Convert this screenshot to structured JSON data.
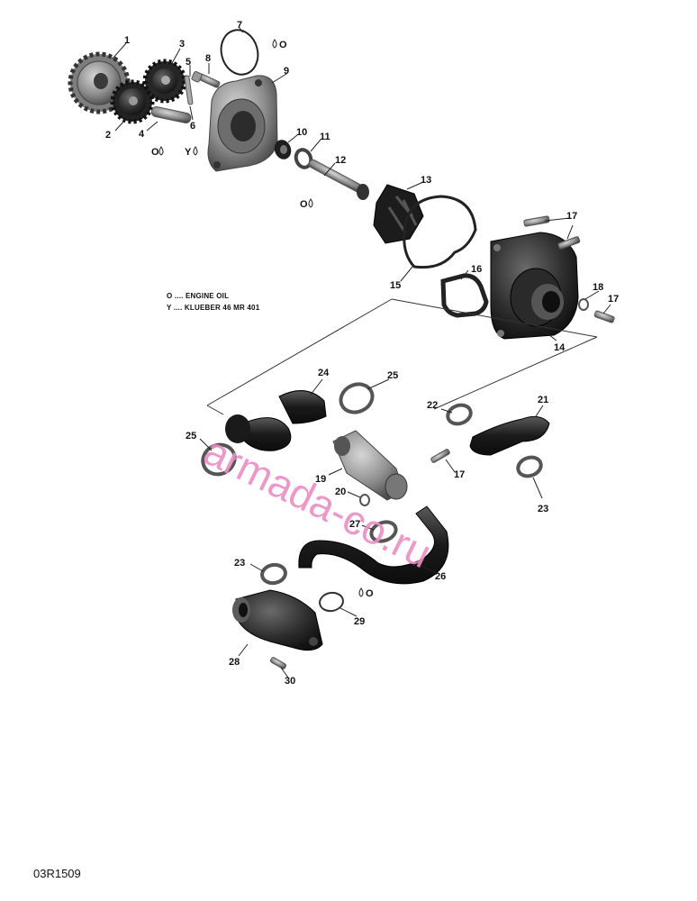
{
  "legend": [
    {
      "code": "O",
      "text": "O .... ENGINE OIL"
    },
    {
      "code": "Y",
      "text": "Y .... KLUEBER 46 MR 401"
    }
  ],
  "lube_symbol_oil": "O",
  "lube_symbol_klueber": "Y",
  "diagram_ref": "03R1509",
  "watermark": "armada-co.ru",
  "callouts": [
    "1",
    "2",
    "3",
    "4",
    "5",
    "6",
    "7",
    "8",
    "9",
    "10",
    "11",
    "12",
    "13",
    "14",
    "15",
    "16",
    "17",
    "17",
    "17",
    "18",
    "19",
    "20",
    "21",
    "22",
    "23",
    "23",
    "24",
    "25",
    "25",
    "26",
    "27",
    "28",
    "29",
    "30"
  ],
  "colors": {
    "part": "#2b2b2b",
    "part_light": "#8a8a8a",
    "line": "#222222",
    "watermark": "#ea8fc4"
  }
}
